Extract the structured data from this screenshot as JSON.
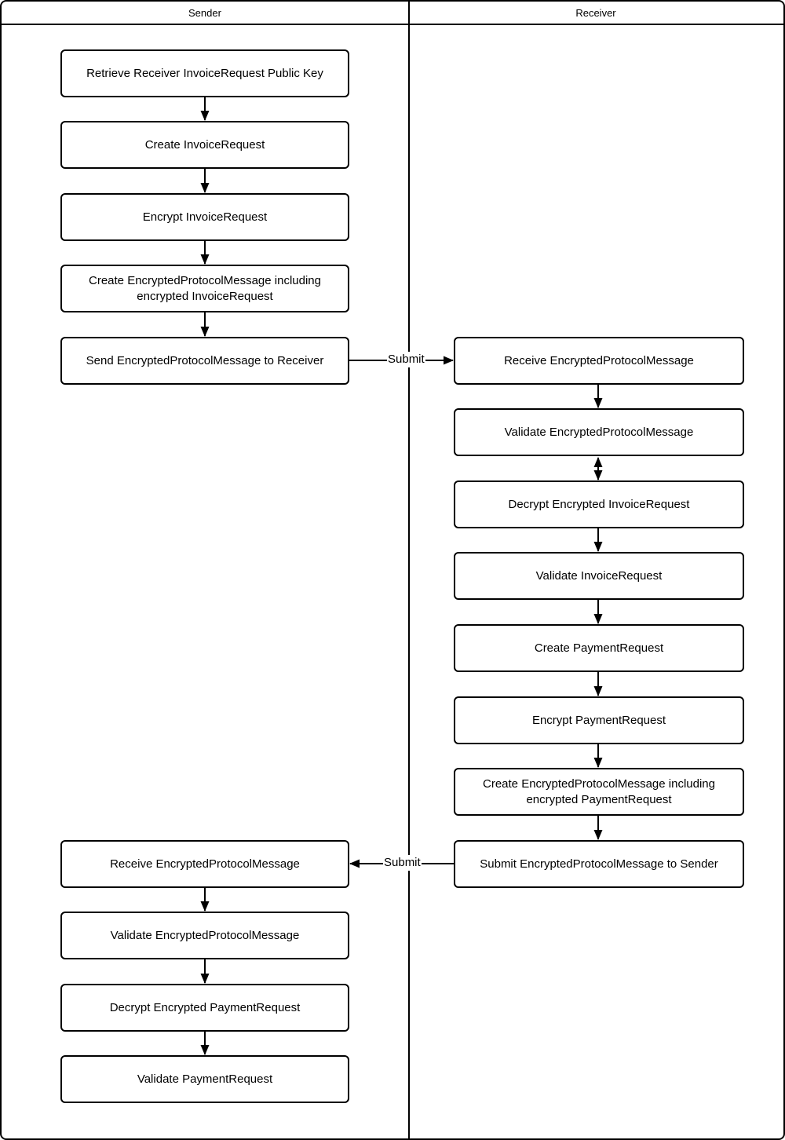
{
  "diagram": {
    "type": "swimlane-flowchart",
    "lanes": [
      {
        "title": "Sender"
      },
      {
        "title": "Receiver"
      }
    ],
    "sender_steps": [
      "Retrieve Receiver InvoiceRequest Public Key",
      "Create InvoiceRequest",
      "Encrypt InvoiceRequest",
      "Create EncryptedProtocolMessage including encrypted InvoiceRequest",
      "Send EncryptedProtocolMessage to Receiver",
      "Receive EncryptedProtocolMessage",
      "Validate EncryptedProtocolMessage",
      "Decrypt Encrypted PaymentRequest",
      "Validate PaymentRequest"
    ],
    "receiver_steps": [
      "Receive EncryptedProtocolMessage",
      "Validate EncryptedProtocolMessage",
      "Decrypt Encrypted InvoiceRequest",
      "Validate InvoiceRequest",
      "Create PaymentRequest",
      "Encrypt PaymentRequest",
      "Create EncryptedProtocolMessage including encrypted PaymentRequest",
      "Submit EncryptedProtocolMessage to Sender"
    ],
    "edge_labels": {
      "sender_to_receiver": "Submit",
      "receiver_to_sender": "Submit"
    },
    "colors": {
      "stroke": "#000000",
      "fill": "#ffffff",
      "text": "#000000"
    }
  }
}
